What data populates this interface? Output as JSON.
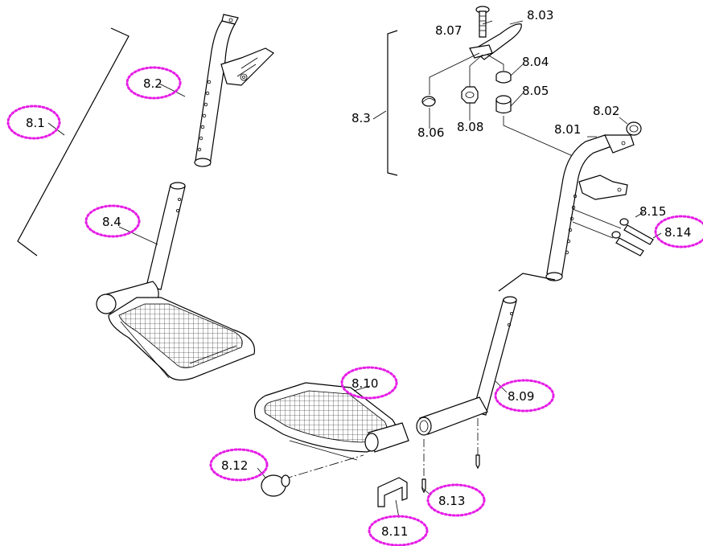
{
  "labels": {
    "l_8_01": "8.01",
    "l_8_02": "8.02",
    "l_8_03": "8.03",
    "l_8_04": "8.04",
    "l_8_05": "8.05",
    "l_8_06": "8.06",
    "l_8_07": "8.07",
    "l_8_08": "8.08",
    "l_8_09": "8.09",
    "l_8_1": "8.1",
    "l_8_2": "8.2",
    "l_8_3": "8.3",
    "l_8_4": "8.4",
    "l_8_10": "8.10",
    "l_8_11": "8.11",
    "l_8_12": "8.12",
    "l_8_13": "8.13",
    "l_8_14": "8.14",
    "l_8_15": "8.15"
  },
  "colors": {
    "line": "#000000",
    "highlight": "#e61ee6",
    "background": "#ffffff"
  }
}
